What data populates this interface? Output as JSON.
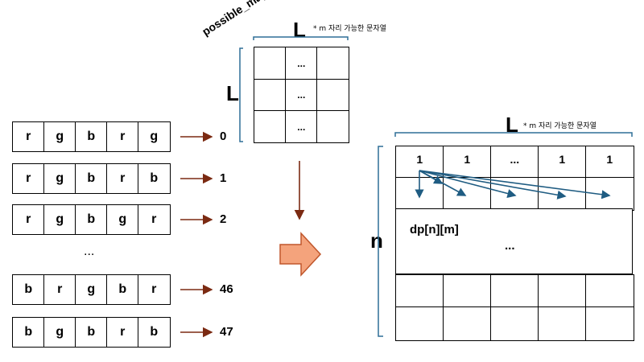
{
  "possible_map": {
    "title": "possible_map",
    "width_label": "L",
    "width_note": "* m 자리 가능한 문자열",
    "height_label": "L",
    "cells": [
      "",
      "...",
      "",
      "",
      "...",
      "",
      "",
      "...",
      ""
    ]
  },
  "strings": {
    "rows": [
      {
        "letters": [
          "r",
          "g",
          "b",
          "r",
          "g"
        ],
        "index": "0"
      },
      {
        "letters": [
          "r",
          "g",
          "b",
          "r",
          "b"
        ],
        "index": "1"
      },
      {
        "letters": [
          "r",
          "g",
          "b",
          "g",
          "r"
        ],
        "index": "2"
      },
      {
        "letters": [
          "b",
          "r",
          "g",
          "b",
          "r"
        ],
        "index": "46"
      },
      {
        "letters": [
          "b",
          "g",
          "b",
          "r",
          "b"
        ],
        "index": "47"
      }
    ],
    "ellipsis": "..."
  },
  "dp_table": {
    "width_label": "L",
    "width_note": "* m 자리 가능한 문자열",
    "height_label": "n",
    "first_row": [
      "1",
      "1",
      "...",
      "1",
      "1"
    ],
    "caption": "dp[n][m]",
    "ellipsis": "..."
  },
  "colors": {
    "brown_arrow": "#7b2a12",
    "blue_arrow": "#1f5c82",
    "bracket": "#2f6f97",
    "big_arrow_fill": "#f4a37c",
    "big_arrow_stroke": "#c0572c"
  }
}
